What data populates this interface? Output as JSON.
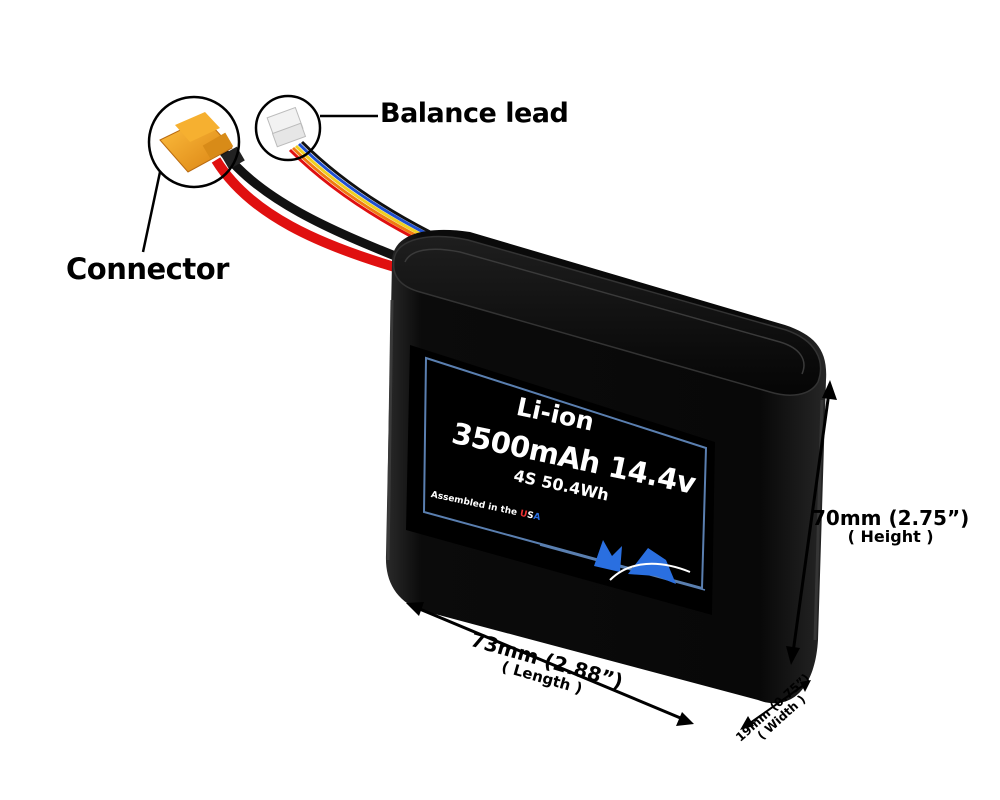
{
  "callouts": {
    "balance_lead": "Balance lead",
    "connector": "Connector"
  },
  "label": {
    "chemistry": "Li-ion",
    "capacity_voltage": "3500mAh 14.4v",
    "config_energy": "4S 50.4Wh",
    "assembled_prefix": "Assembled in the ",
    "assembled_u": "U",
    "assembled_s": "S",
    "assembled_a": "A",
    "logo": "MA"
  },
  "dimensions": {
    "height_main": "70mm (2.75”)",
    "height_sub": "( Height )",
    "length_main": "73mm (2.88”)",
    "length_sub": "( Length )",
    "width_main": "19mm (0.75”)",
    "width_sub": "( Width )"
  },
  "colors": {
    "battery_body": "#0d0d0d",
    "connector": "#f0a020",
    "red_wire": "#e01010",
    "label_border": "#5a7fb0",
    "logo": "#2a6fe0"
  }
}
